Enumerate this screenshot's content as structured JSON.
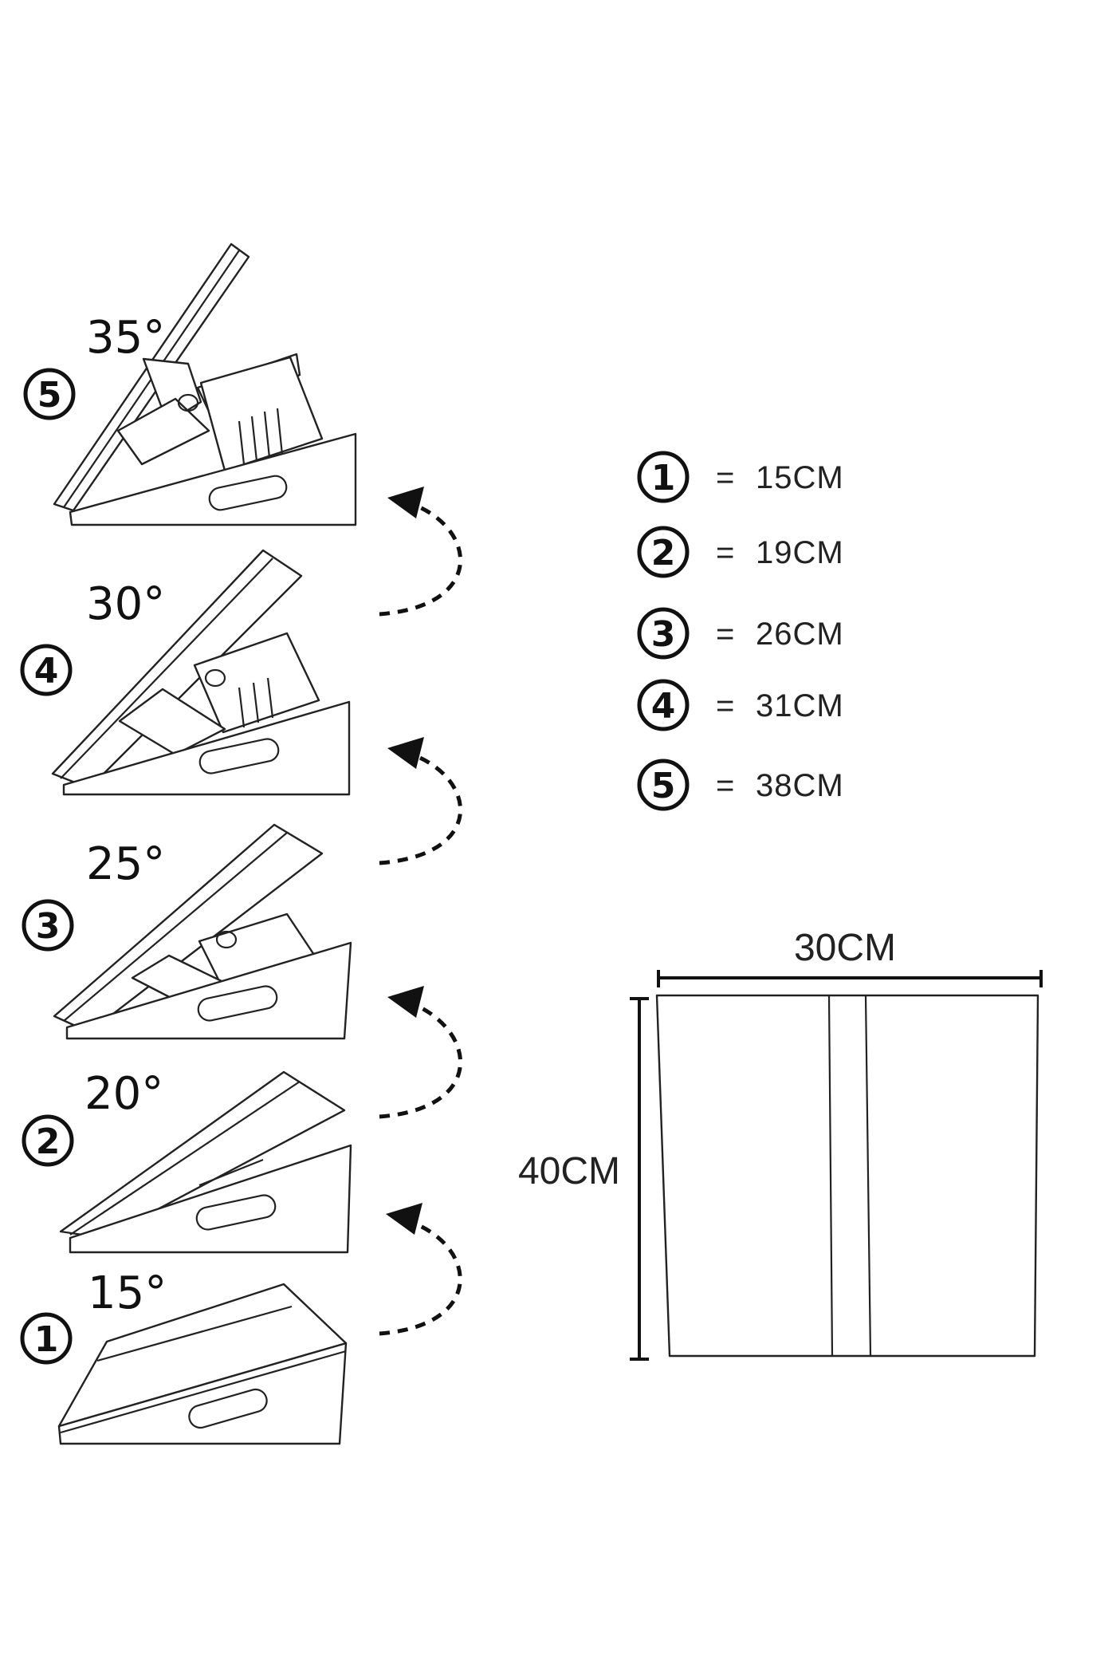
{
  "positions": [
    {
      "number": "①",
      "angle": "15°"
    },
    {
      "number": "②",
      "angle": "20°"
    },
    {
      "number": "③",
      "angle": "25°"
    },
    {
      "number": "④",
      "angle": "30°"
    },
    {
      "number": "⑤",
      "angle": "35°"
    }
  ],
  "legend": [
    {
      "number": "1",
      "equals": "=",
      "value": "15CM"
    },
    {
      "number": "2",
      "equals": "=",
      "value": "19CM"
    },
    {
      "number": "3",
      "equals": "=",
      "value": "26CM"
    },
    {
      "number": "4",
      "equals": "=",
      "value": "31CM"
    },
    {
      "number": "5",
      "equals": "=",
      "value": "38CM"
    }
  ],
  "dimensions": {
    "width": "30CM",
    "height": "40CM"
  },
  "colors": {
    "line": "#222222",
    "background": "#ffffff"
  }
}
